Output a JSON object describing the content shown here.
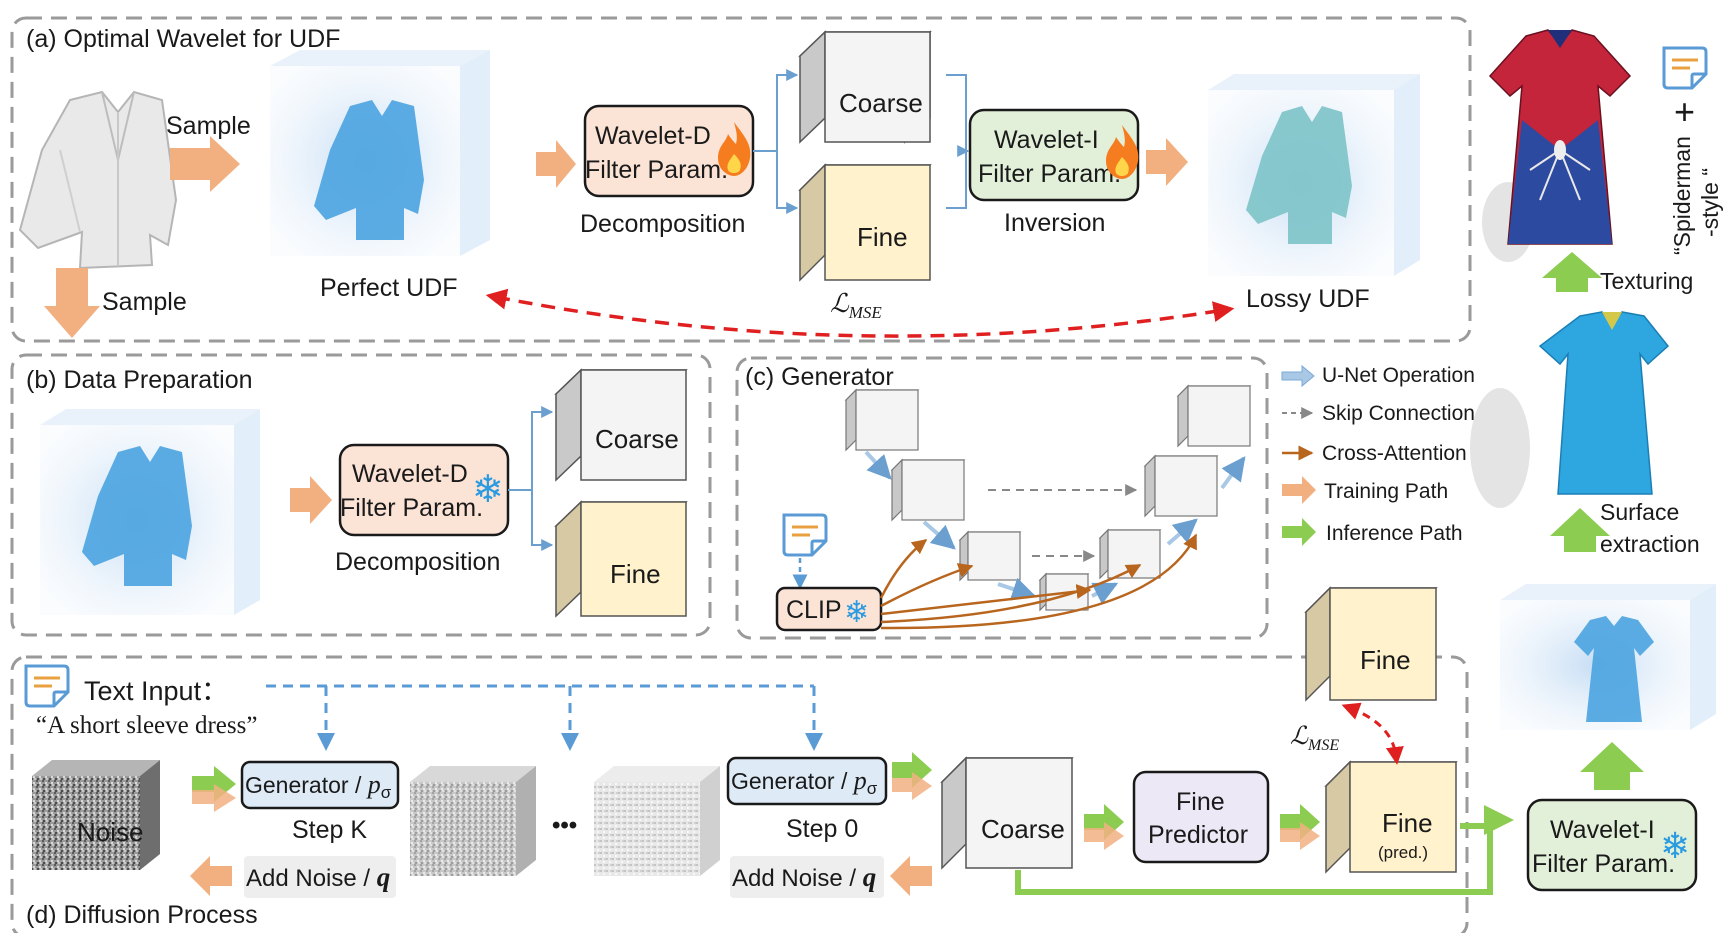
{
  "panels": {
    "a": {
      "title": "(a) Optimal Wavelet for UDF"
    },
    "b": {
      "title": "(b) Data Preparation"
    },
    "c": {
      "title": "(c) Generator"
    },
    "d": {
      "title": "(d) Diffusion Process"
    }
  },
  "panel_a": {
    "sample_right": "Sample",
    "sample_down": "Sample",
    "perfect_udf": "Perfect UDF",
    "wavelet_d": [
      "Wavelet-D",
      "Filter Param."
    ],
    "decomposition": "Decomposition",
    "coarse": "Coarse",
    "fine": "Fine",
    "wavelet_i": [
      "Wavelet-I",
      "Filter Param."
    ],
    "inversion": "Inversion",
    "lossy_udf": "Lossy UDF",
    "loss_base": "ℒ",
    "loss_sub": "MSE"
  },
  "panel_b": {
    "wavelet_d": [
      "Wavelet-D",
      "Filter Param."
    ],
    "decomposition": "Decomposition",
    "coarse": "Coarse",
    "fine": "Fine"
  },
  "panel_c": {
    "clip": "CLIP"
  },
  "legend": [
    {
      "label": "U-Net Operation",
      "kind": "unet",
      "color": "#a8c8e6"
    },
    {
      "label": "Skip Connection",
      "kind": "skip",
      "color": "#888888"
    },
    {
      "label": "Cross-Attention",
      "kind": "cross",
      "color": "#b8651e"
    },
    {
      "label": "Training Path",
      "kind": "train",
      "color": "#f2b081"
    },
    {
      "label": "Inference Path",
      "kind": "infer",
      "color": "#8ccc50"
    }
  ],
  "panel_d": {
    "text_input_label": "Text Input：",
    "text_input_value": "“A short sleeve dress”",
    "noise": "Noise",
    "generator_label": "Generator / ",
    "generator_sym": "p",
    "generator_sub": "σ",
    "step_k": "Step K",
    "step_0": "Step 0",
    "add_noise_label": "Add Noise / ",
    "add_noise_sym": "q",
    "ellipsis": "•••",
    "coarse": "Coarse",
    "fine_predictor": [
      "Fine",
      "Predictor"
    ],
    "fine_pred_title": "Fine",
    "fine_pred_sub": "(pred.)",
    "fine_gt": "Fine",
    "loss_base": "ℒ",
    "loss_sub": "MSE",
    "wavelet_i": [
      "Wavelet-I",
      "Filter Param."
    ]
  },
  "right_column": {
    "texturing": "Texturing",
    "surface_extraction": [
      "Surface",
      "extraction"
    ],
    "prompt_text": [
      "“Spiderman",
      "-style “"
    ],
    "plus": "+"
  },
  "colors": {
    "dashed_border": "#9a9a9a",
    "wavelet_d_fill": "#fbe3d6",
    "wavelet_i_fill": "#e2f0d9",
    "generator_fill": "#deebf7",
    "fine_predictor_fill": "#ece8f5",
    "coarse_front": "#f4f4f4",
    "fine_front": "#fff2cc",
    "orange_arrow": "#f2b081",
    "green_arrow": "#8ccc50",
    "red_dashed": "#e02020",
    "blue_dashed": "#5b9bd5",
    "brown_cross": "#b8651e",
    "udf_blue": "#4aa3e0"
  }
}
